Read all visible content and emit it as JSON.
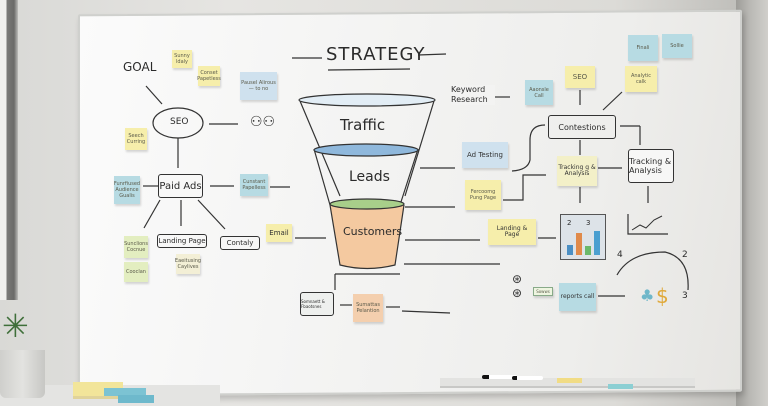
{
  "scene": {
    "description": "Whiteboard with hand-drawn marketing strategy diagram and sticky notes",
    "colors": {
      "note_yellow": "#f6eeab",
      "note_blue": "#b7dbe3",
      "note_green": "#e3eec0",
      "note_orange": "#f4cfae",
      "funnel_blue": "#8fb8dc",
      "funnel_green": "#a8cf8a",
      "funnel_orange": "#f4c9a0",
      "dollar": "#e0a93a",
      "tree": "#6fb7c9"
    }
  },
  "board": {
    "title": "STRATEGY",
    "goal": "GOAL",
    "funnel": {
      "top": "Traffic",
      "middle": "Leads",
      "bottom": "Customers"
    },
    "left_flow": {
      "seo": "SEO",
      "paid_ads": "Paid Ads",
      "landing_page": "Landing Page",
      "contaly": "Contaly",
      "email": "Email"
    },
    "right_flow": {
      "keyword_research": "Keyword Research",
      "contestions": "Contestions",
      "ad_testing": "Ad Testing",
      "tracking_small": "Tracking g & Analysis",
      "tracking_box": "Tracking & Analysis",
      "landing_note": "Landing & Page",
      "reports": "reports call",
      "chart_labels": [
        "2",
        "3"
      ],
      "cycle_numbers": [
        "4",
        "2",
        "3"
      ]
    },
    "notes": [
      {
        "id": "n1",
        "text": "Sunny ldaly",
        "color": "yellow"
      },
      {
        "id": "n2",
        "text": "Conset Papetless",
        "color": "yellow"
      },
      {
        "id": "n3",
        "text": "Pausel Alirous — to no",
        "color": "lightblue"
      },
      {
        "id": "n4",
        "text": "Seech Curring",
        "color": "yellow"
      },
      {
        "id": "n5",
        "text": "Funrfiused Audience Gualis",
        "color": "blue"
      },
      {
        "id": "n6",
        "text": "Cunstant Papelless",
        "color": "blue"
      },
      {
        "id": "n7",
        "text": "Sunclions Cocnue",
        "color": "green"
      },
      {
        "id": "n8",
        "text": "Cooclan",
        "color": "green"
      },
      {
        "id": "n9",
        "text": "Eaeitusing Caylives",
        "color": "yellow"
      },
      {
        "id": "n10",
        "text": "Finali",
        "color": "blue"
      },
      {
        "id": "n11",
        "text": "Sollie",
        "color": "blue"
      },
      {
        "id": "n12",
        "text": "SEO",
        "color": "yellow"
      },
      {
        "id": "n13",
        "text": "Aaonsle Call",
        "color": "blue"
      },
      {
        "id": "n14",
        "text": "Analytic calk",
        "color": "yellow"
      },
      {
        "id": "n15",
        "text": "Fercoomg Pung Page",
        "color": "yellow"
      },
      {
        "id": "n16",
        "text": "Sumattas Pelantion",
        "color": "orange"
      },
      {
        "id": "n17",
        "text": "Somnaett & Fbaotsnes",
        "color": "white"
      },
      {
        "id": "n18",
        "text": "Sowws",
        "color": "green"
      }
    ]
  }
}
